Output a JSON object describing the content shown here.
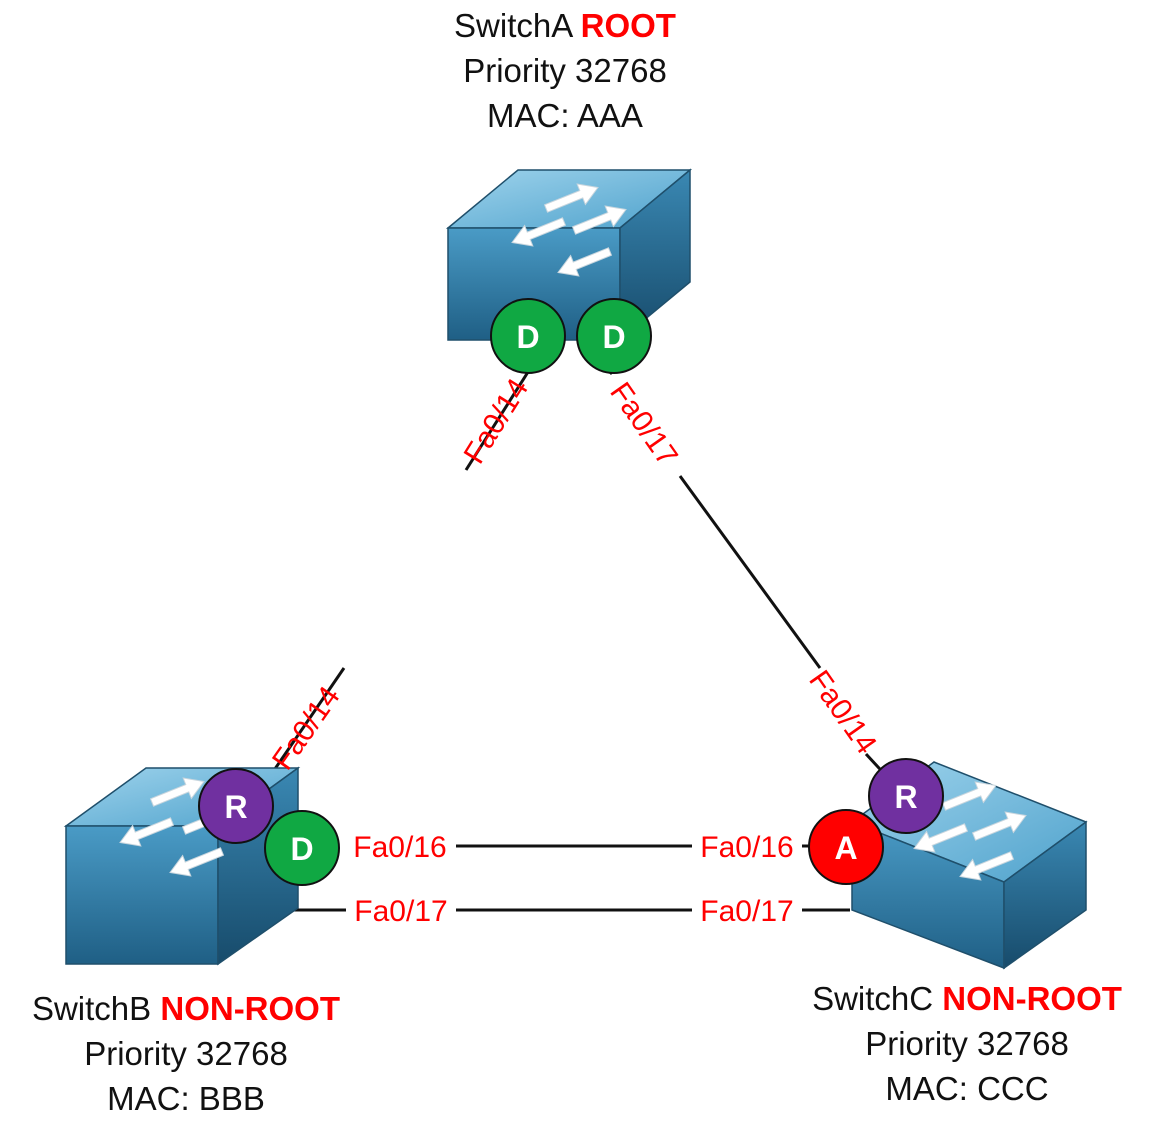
{
  "switches": {
    "a": {
      "name": "SwitchA",
      "role": "ROOT",
      "priority": "Priority 32768",
      "mac": "MAC: AAA"
    },
    "b": {
      "name": "SwitchB",
      "role": "NON-ROOT",
      "priority": "Priority 32768",
      "mac": "MAC: BBB"
    },
    "c": {
      "name": "SwitchC",
      "role": "NON-ROOT",
      "priority": "Priority 32768",
      "mac": "MAC: CCC"
    }
  },
  "ports": {
    "a_fa014": "Fa0/14",
    "a_fa017": "Fa0/17",
    "b_fa014": "Fa0/14",
    "b_fa016": "Fa0/16",
    "b_fa017": "Fa0/17",
    "c_fa014": "Fa0/14",
    "c_fa016": "Fa0/16",
    "c_fa017": "Fa0/17"
  },
  "port_roles": {
    "a_left": "D",
    "a_right": "D",
    "b_root": "R",
    "b_desig": "D",
    "c_root": "R",
    "c_alt": "A"
  },
  "colors": {
    "designated": "#10a843",
    "root_port": "#7030a0",
    "alternate": "#ff0000",
    "port_label": "#ff0000",
    "switch_top": "#8ecae6",
    "switch_side": "#2f7ea8"
  }
}
